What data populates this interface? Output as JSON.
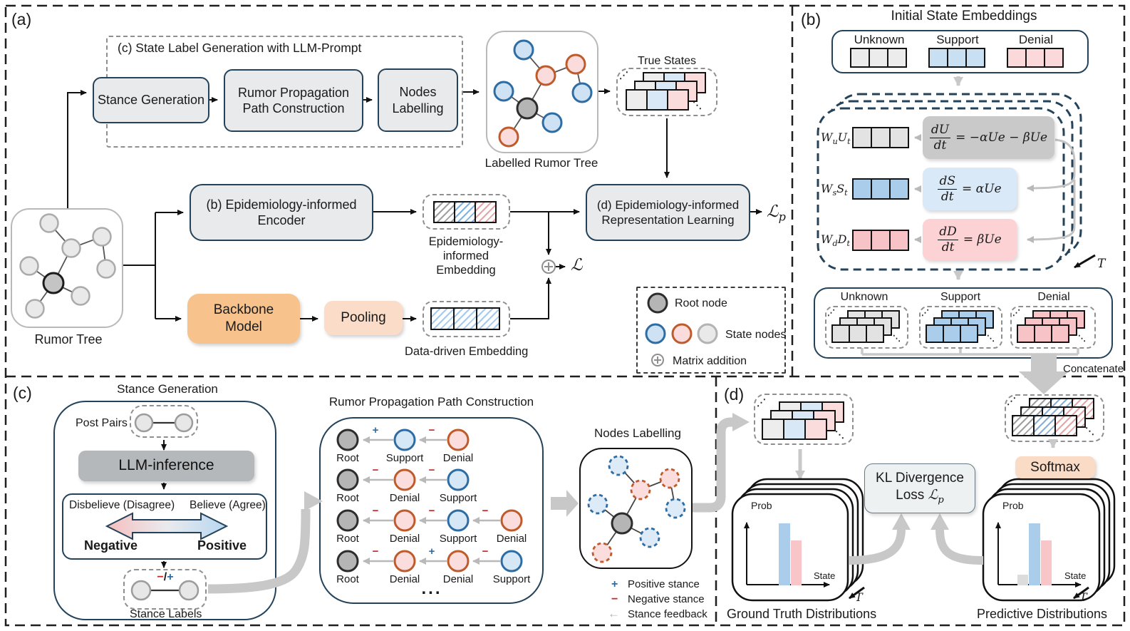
{
  "glyphs": {
    "dots_up": "⋰",
    "dots_down": "⋱"
  },
  "panel_a": {
    "label": "(a)",
    "prompt_box_title": "(c) State Label Generation with LLM-Prompt",
    "stance_generation": "Stance Generation",
    "rppc": "Rumor Propagation Path Construction",
    "nodes_labelling": "Nodes Labelling",
    "labelled_rumor_tree": "Labelled Rumor Tree",
    "true_states": "True States",
    "encoder": "(b) Epidemiology-informed Encoder",
    "epi_embedding_l1": "Epidemiology-informed",
    "epi_embedding_l2": "Embedding",
    "repr_learning": "(d) Epidemiology-informed Representation Learning",
    "backbone": "Backbone Model",
    "pooling": "Pooling",
    "data_embedding": "Data-driven Embedding",
    "rumor_tree": "Rumor Tree",
    "loss_main": "ℒ",
    "loss_p_main": "ℒ",
    "loss_p_sub": "p",
    "legend": {
      "root": "Root node",
      "state": "State nodes",
      "matrix": "Matrix addition"
    }
  },
  "panel_b": {
    "label": "(b)",
    "title": "Initial State Embeddings",
    "top_states": [
      "Unknown",
      "Support",
      "Denial"
    ],
    "rows": [
      {
        "m1": "W",
        "s1": "u",
        "m2": "U",
        "s2": "t",
        "num": "dU",
        "den": "dt",
        "rhs": "= −αUe − βUe"
      },
      {
        "m1": "W",
        "s1": "s",
        "m2": "S",
        "s2": "t",
        "num": "dS",
        "den": "dt",
        "rhs": "= αUe"
      },
      {
        "m1": "W",
        "s1": "d",
        "m2": "D",
        "s2": "t",
        "num": "dD",
        "den": "dt",
        "rhs": "= βUe"
      }
    ],
    "time": "T",
    "bottom_states": [
      "Unknown",
      "Support",
      "Denial"
    ],
    "concatenate": "Concatenate"
  },
  "panel_c": {
    "label": "(c)",
    "title": "Stance Generation",
    "post_pairs": "Post Pairs",
    "llm_inference": "LLM-inference",
    "disbelieve": "Disbelieve (Disagree)",
    "believe": "Believe (Agree)",
    "negative": "Negative",
    "positive": "Positive",
    "minus": "−",
    "slash": "/",
    "plus": "+",
    "stance_labels": "Stance Labels",
    "rppc_title": "Rumor Propagation Path Construction",
    "rows": [
      {
        "labels": [
          "Root",
          "Support",
          "Denial"
        ],
        "signs": [
          "+",
          "−"
        ]
      },
      {
        "labels": [
          "Root",
          "Denial",
          "Support"
        ],
        "signs": [
          "−",
          "−"
        ]
      },
      {
        "labels": [
          "Root",
          "Denial",
          "Support",
          "Denial"
        ],
        "signs": [
          "−",
          "−",
          "−"
        ]
      },
      {
        "labels": [
          "Root",
          "Denial",
          "Denial",
          "Support"
        ],
        "signs": [
          "−",
          "+",
          "−"
        ]
      }
    ],
    "ellipsis": "...",
    "nodes_labelling_title": "Nodes Labelling",
    "legend": [
      {
        "sym": "+",
        "label": "Positive stance"
      },
      {
        "sym": "−",
        "label": "Negative stance"
      },
      {
        "sym": "←",
        "label": "Stance feedback"
      }
    ]
  },
  "panel_d": {
    "label": "(d)",
    "kl_line1": "KL Divergence",
    "kl_line2": "Loss",
    "kl_script": "ℒ",
    "kl_sub": "p",
    "softmax": "Softmax",
    "prob": "Prob",
    "state": "State",
    "time": "T",
    "ground_truth": "Ground Truth Distributions",
    "predictive": "Predictive Distributions"
  },
  "chart_data": [
    {
      "type": "bar",
      "title": "Ground Truth Distributions",
      "ylabel": "Prob",
      "xlabel": "State",
      "categories": [
        "Support",
        "Denial"
      ],
      "values": [
        0.85,
        0.62
      ],
      "colors": [
        "#aacdec",
        "#f8c5c8"
      ],
      "ylim": [
        0,
        1
      ],
      "legend_position": "none",
      "grid": false
    },
    {
      "type": "bar",
      "title": "Predictive Distributions",
      "ylabel": "Prob",
      "xlabel": "State",
      "categories": [
        "Unknown",
        "Support",
        "Denial"
      ],
      "values": [
        0.15,
        0.85,
        0.62
      ],
      "colors": [
        "#dcdcdc",
        "#aacdec",
        "#f8c5c8"
      ],
      "ylim": [
        0,
        1
      ],
      "legend_position": "none",
      "grid": false
    }
  ],
  "colors": {
    "navy": "#24435a",
    "backbone_orange": "#f7c28b",
    "peach": "#fadcc8",
    "blue_fill": "#cfe2f3",
    "blue_border": "#2e6da4",
    "pink_fill": "#fbdcdc",
    "orange_border": "#bf5b2b",
    "gray_arrow": "#c8c8c8"
  }
}
